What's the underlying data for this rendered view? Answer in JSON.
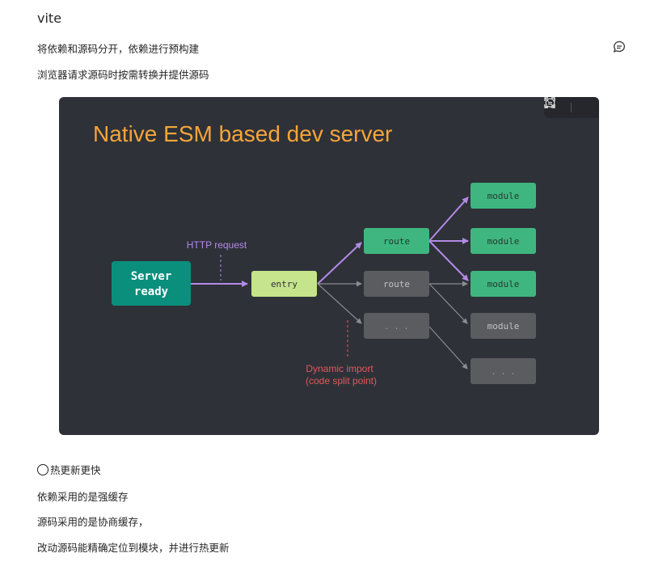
{
  "doc": {
    "title": "vite",
    "paragraphs": [
      "将依赖和源码分开，依赖进行预构建",
      "浏览器请求源码时按需转换并提供源码"
    ],
    "list_item": "热更新更快",
    "after": [
      "依赖采用的是强缓存",
      "源码采用的是协商缓存，",
      "改动源码能精确定位到模块，并进行热更新"
    ]
  },
  "diagram": {
    "title": "Native ESM based dev server",
    "server_line1": "Server",
    "server_line2": "ready",
    "http_label": "HTTP request",
    "entry": "entry",
    "route_1": "route",
    "route_2": "route",
    "dots_1": ". . .",
    "dots_2": ". . .",
    "module_1": "module",
    "module_2": "module",
    "module_3": "module",
    "module_4": "module",
    "dynamic_line1": "Dynamic import",
    "dynamic_line2": "(code split point)",
    "colors": {
      "background": "#2e3138",
      "title": "#f6a53a",
      "server": "#0b8f7d",
      "entry": "#c6e48b",
      "green_node": "#3fb67f",
      "gray_node": "#5a5c60",
      "purple": "#b38ae6",
      "red_label": "#e05a5a"
    },
    "toolbar_icons": [
      "comment-icon",
      "expand-icon"
    ]
  }
}
